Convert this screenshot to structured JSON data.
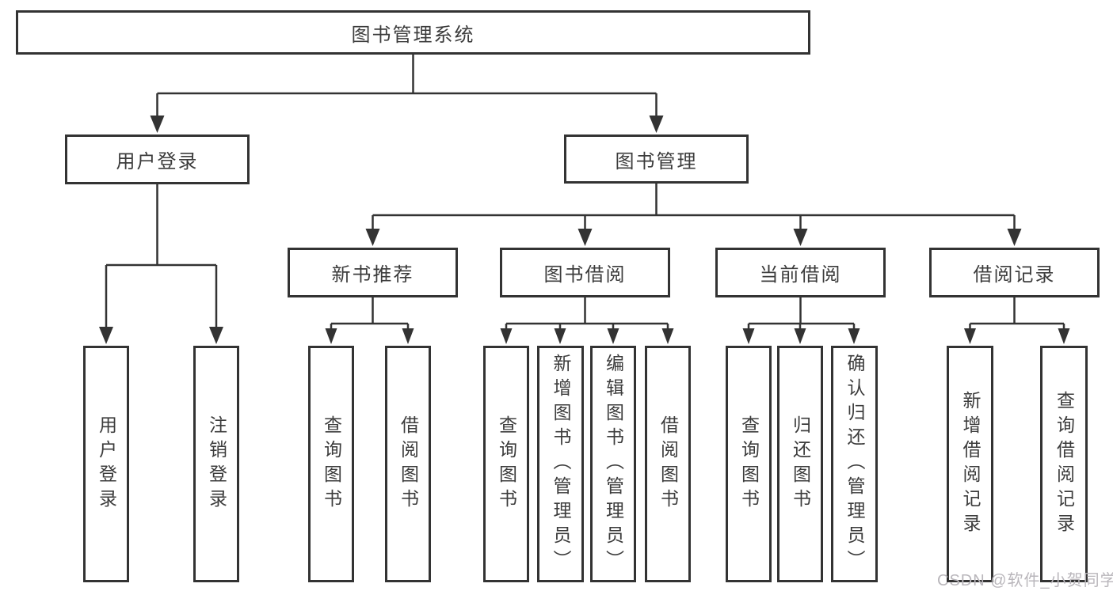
{
  "diagram": {
    "watermark": "CSDN @软件_小贺同学",
    "colors": {
      "line": "#333333",
      "box_border": "#333333",
      "text": "#3c3c3c",
      "watermark": "#b9b6bb",
      "background": "#ffffff"
    },
    "tree": {
      "label": "图书管理系统",
      "children": [
        {
          "label": "用户登录",
          "children": [
            {
              "label": "用户登录"
            },
            {
              "label": "注销登录"
            }
          ]
        },
        {
          "label": "图书管理",
          "children": [
            {
              "label": "新书推荐",
              "children": [
                {
                  "label": "查询图书"
                },
                {
                  "label": "借阅图书"
                }
              ]
            },
            {
              "label": "图书借阅",
              "children": [
                {
                  "label": "查询图书"
                },
                {
                  "label": "新增图书（管理员）"
                },
                {
                  "label": "编辑图书（管理员）"
                },
                {
                  "label": "借阅图书"
                }
              ]
            },
            {
              "label": "当前借阅",
              "children": [
                {
                  "label": "查询图书"
                },
                {
                  "label": "归还图书"
                },
                {
                  "label": "确认归还（管理员）"
                }
              ]
            },
            {
              "label": "借阅记录",
              "children": [
                {
                  "label": "新增借阅记录"
                },
                {
                  "label": "查询借阅记录"
                }
              ]
            }
          ]
        }
      ]
    }
  }
}
